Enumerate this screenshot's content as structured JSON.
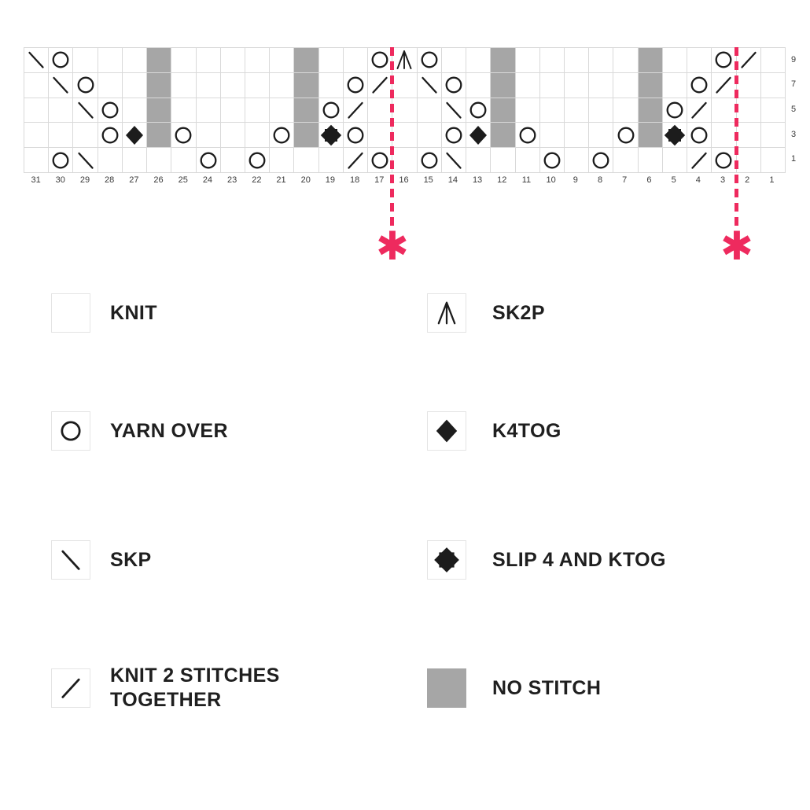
{
  "colors": {
    "accent_pink": "#ee2a5e",
    "no_stitch_gray": "#a6a6a6",
    "grid_line": "#d9d9d9",
    "symbol_black": "#1c1c1c",
    "tick_text": "#3a3a3a",
    "legend_text": "#1f1f1f"
  },
  "chart": {
    "columns": [
      31,
      30,
      29,
      28,
      27,
      26,
      25,
      24,
      23,
      22,
      21,
      20,
      19,
      18,
      17,
      16,
      15,
      14,
      13,
      12,
      11,
      10,
      9,
      8,
      7,
      6,
      5,
      4,
      3,
      2,
      1
    ],
    "rows": [
      {
        "label": "9",
        "stitches": {
          "31": "skp",
          "30": "yarn-over",
          "26": "no-stitch",
          "20": "no-stitch",
          "17": "yarn-over",
          "16": "sk2p",
          "15": "yarn-over",
          "12": "no-stitch",
          "6": "no-stitch",
          "3": "yarn-over",
          "2": "k2tog"
        }
      },
      {
        "label": "7",
        "stitches": {
          "30": "skp",
          "29": "yarn-over",
          "26": "no-stitch",
          "20": "no-stitch",
          "18": "yarn-over",
          "17": "k2tog",
          "15": "skp",
          "14": "yarn-over",
          "12": "no-stitch",
          "6": "no-stitch",
          "4": "yarn-over",
          "3": "k2tog"
        }
      },
      {
        "label": "5",
        "stitches": {
          "29": "skp",
          "28": "yarn-over",
          "26": "no-stitch",
          "20": "no-stitch",
          "19": "yarn-over",
          "18": "k2tog",
          "14": "skp",
          "13": "yarn-over",
          "12": "no-stitch",
          "6": "no-stitch",
          "5": "yarn-over",
          "4": "k2tog"
        }
      },
      {
        "label": "3",
        "stitches": {
          "28": "yarn-over",
          "27": "k4tog",
          "26": "no-stitch",
          "25": "yarn-over",
          "21": "yarn-over",
          "20": "no-stitch",
          "19": "slip4-ktog",
          "18": "yarn-over",
          "14": "yarn-over",
          "13": "k4tog",
          "12": "no-stitch",
          "11": "yarn-over",
          "7": "yarn-over",
          "6": "no-stitch",
          "5": "slip4-ktog",
          "4": "yarn-over"
        }
      },
      {
        "label": "1",
        "stitches": {
          "30": "yarn-over",
          "29": "skp",
          "24": "yarn-over",
          "22": "yarn-over",
          "18": "k2tog",
          "17": "yarn-over",
          "15": "yarn-over",
          "14": "skp",
          "10": "yarn-over",
          "8": "yarn-over",
          "4": "k2tog",
          "3": "yarn-over"
        }
      }
    ],
    "repeat_markers": [
      {
        "after_column": 17,
        "symbol": "✱"
      },
      {
        "after_column": 3,
        "symbol": "✱"
      }
    ]
  },
  "legend": {
    "items": [
      {
        "symbol": "knit",
        "label": "KNIT"
      },
      {
        "symbol": "sk2p",
        "label": "SK2P"
      },
      {
        "symbol": "yarn-over",
        "label": "YARN OVER"
      },
      {
        "symbol": "k4tog",
        "label": "K4TOG"
      },
      {
        "symbol": "skp",
        "label": "SKP"
      },
      {
        "symbol": "slip4-ktog",
        "label": "SLIP 4 AND KTOG"
      },
      {
        "symbol": "k2tog",
        "label": "KNIT 2 STITCHES TOGETHER"
      },
      {
        "symbol": "no-stitch",
        "label": "NO STITCH"
      }
    ]
  }
}
